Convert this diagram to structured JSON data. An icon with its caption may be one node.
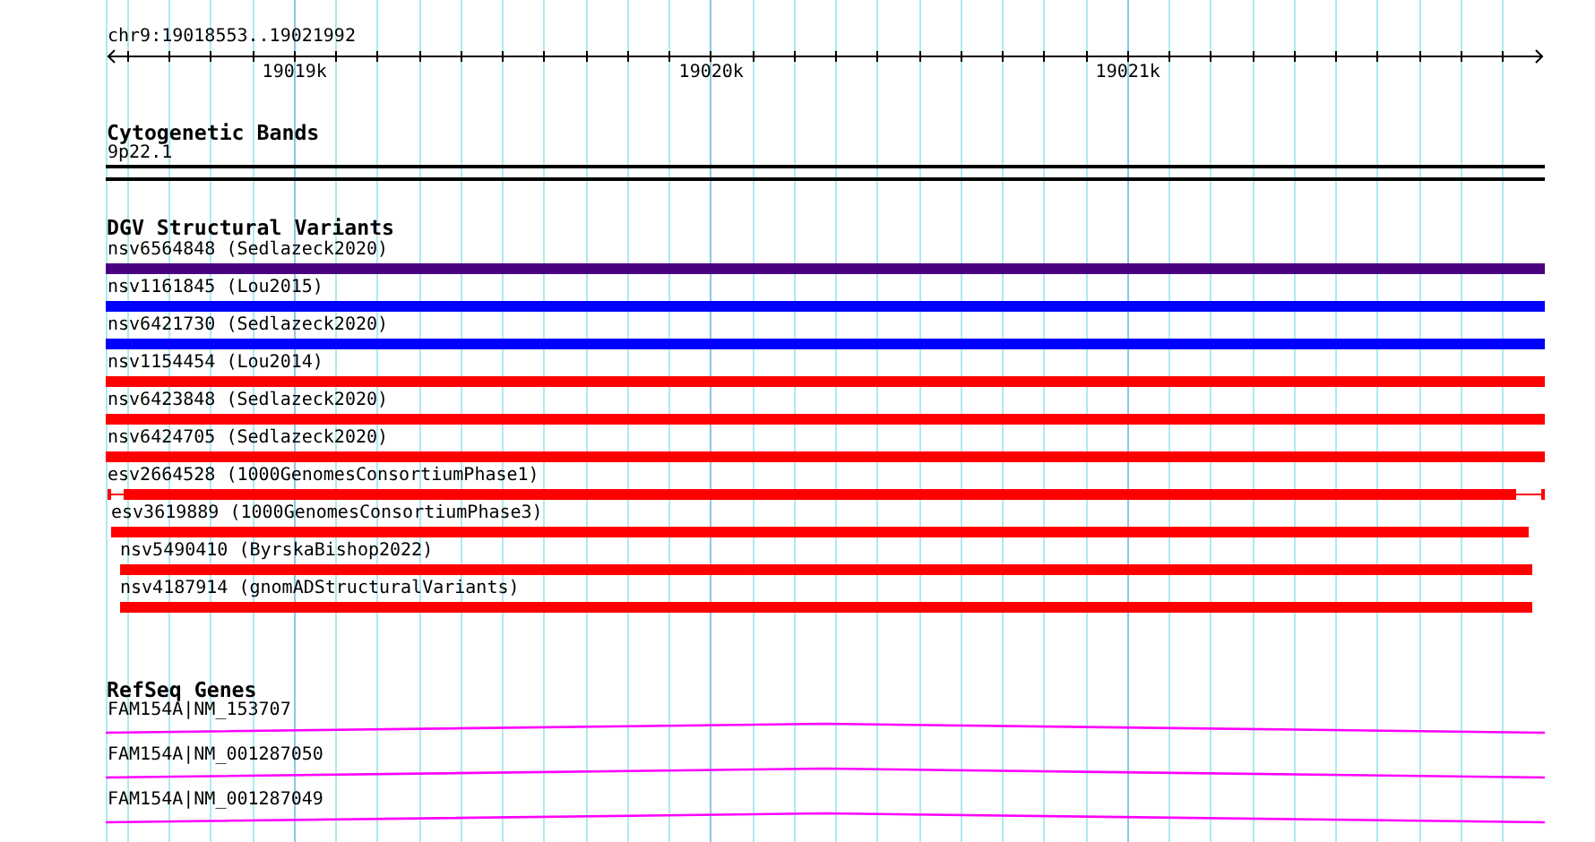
{
  "diagram": {
    "nodes": [
      {
        "text": [
          "9p22.1"
        ]
      },
      {
        "text": [
          "nsv6564848 (Sedlazeck2020)"
        ]
      },
      {
        "text": [
          "nsv1161845 (Lou2015)"
        ]
      },
      {
        "text": [
          "nsv6421730 (Sedlazeck2020)"
        ]
      },
      {
        "text": [
          "nsv1154454 (Lou2014)"
        ]
      },
      {
        "text": [
          "nsv6423848 (Sedlazeck2020)"
        ]
      },
      {
        "text": [
          "nsv6424705 (Sedlazeck2020)"
        ]
      },
      {
        "text": [
          "esv2664528 (1000GenomesConsortiumPhase1)"
        ]
      },
      {
        "text": [
          "esv3619889 (1000GenomesConsortiumPhase3)"
        ]
      },
      {
        "text": [
          "nsv5490410 (ByrskaBishop2022)"
        ]
      },
      {
        "text": [
          "nsv4187914 (gnomADStructuralVariants)"
        ]
      },
      {
        "text": [
          "FAM154A|NM_153707"
        ]
      },
      {
        "text": [
          "FAM154A|NM_001287050"
        ]
      },
      {
        "text": [
          "FAM154A|NM_001287049"
        ]
      }
    ],
    "labels": [
      "chr9:19018553..19021992",
      "19019k",
      "19020k",
      "19021k",
      "Cytogenetic Bands",
      "DGV Structural Variants",
      "RefSeq Genes"
    ]
  }
}
